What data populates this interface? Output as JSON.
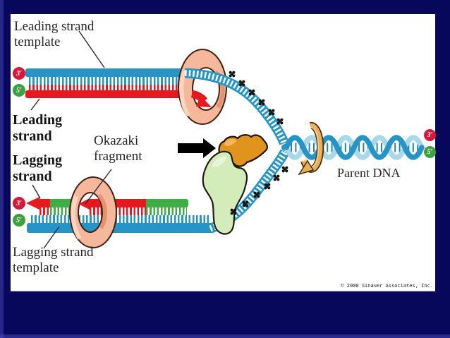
{
  "slide": {
    "credit": "© 2000 Sinauer Associates, Inc."
  },
  "labels": {
    "leading_template": {
      "line1": "Leading strand",
      "line2": "template"
    },
    "leading_strand": {
      "line1": "Leading",
      "line2": "strand"
    },
    "lagging_strand": {
      "line1": "Lagging",
      "line2": "strand"
    },
    "okazaki": {
      "line1": "Okazaki",
      "line2": "fragment"
    },
    "lagging_template": {
      "line1": "Lagging strand",
      "line2": "template"
    },
    "parent_dna": "Parent DNA"
  },
  "badges": {
    "leading_3prime": "3′",
    "leading_5prime": "5′",
    "lagging_3prime": "3′",
    "lagging_5prime": "5′",
    "parent_3prime": "3′",
    "parent_5prime": "5′"
  },
  "colors": {
    "background_navy": "#07075c",
    "panel_white": "#ffffff",
    "template_strand_blue": "#2695c5",
    "new_strand_red": "#e51a20",
    "okazaki_green": "#3fae47",
    "parent_helix_light_blue": "#a9d9e8",
    "clamp_salmon": "#f6b89c",
    "protein_orange": "#e0941e",
    "protein_light_green": "#d4ecba",
    "rotation_ring_tan": "#e8ae5c",
    "badge_red": "#d81838",
    "badge_green": "#3ca23e",
    "ssb_black": "#111111"
  }
}
